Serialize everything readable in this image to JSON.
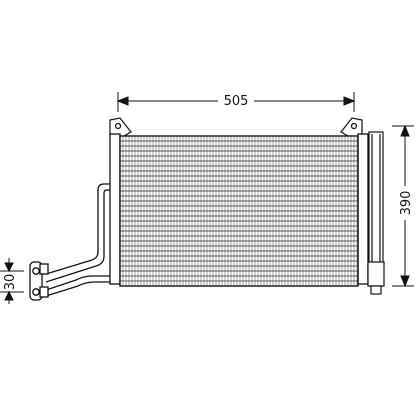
{
  "drawing": {
    "subject": "condenser",
    "dimensions": {
      "width": "505",
      "height": "390",
      "pipe": "30"
    },
    "colors": {
      "line": "#111111",
      "background": "#ffffff"
    }
  }
}
